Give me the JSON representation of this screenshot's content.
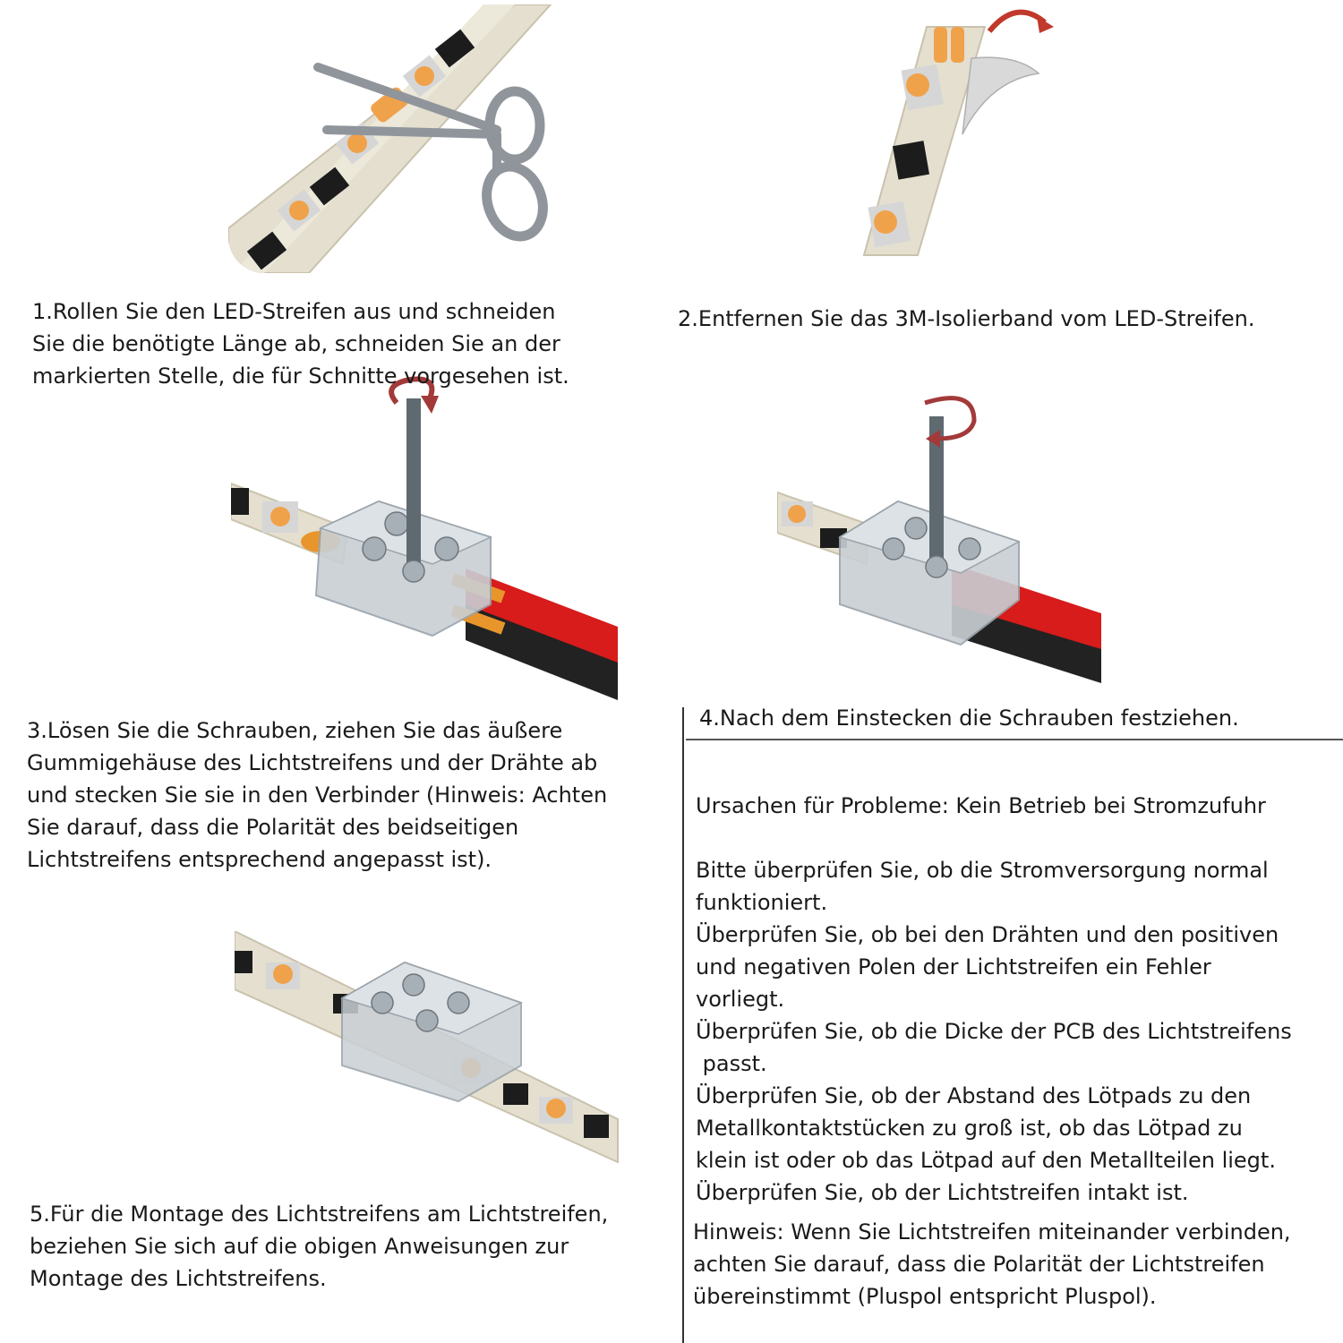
{
  "steps": {
    "s1": {
      "lines": [
        "1.Rollen Sie den LED-Streifen aus und schneiden",
        "Sie die benötigte Länge ab, schneiden Sie an der",
        "markierten Stelle, die für Schnitte vorgesehen ist."
      ]
    },
    "s2": {
      "lines": [
        "2.Entfernen Sie das 3M-Isolierband vom LED-Streifen."
      ]
    },
    "s3": {
      "lines": [
        "3.Lösen Sie die Schrauben, ziehen Sie das äußere",
        "Gummigehäuse des Lichtstreifens und der Drähte ab",
        "und stecken Sie sie in den Verbinder (Hinweis: Achten",
        "Sie darauf, dass die Polarität des beidseitigen",
        "Lichtstreifens entsprechend angepasst ist)."
      ]
    },
    "s4": {
      "lines": [
        "4.Nach dem Einstecken die Schrauben festziehen."
      ]
    },
    "s5": {
      "lines": [
        "5.Für die Montage des Lichtstreifens am Lichtstreifen,",
        "beziehen Sie sich auf die obigen Anweisungen zur",
        "Montage des Lichtstreifens."
      ]
    }
  },
  "troubleshooting": {
    "heading": "Ursachen für Probleme: Kein Betrieb bei Stromzufuhr",
    "items": [
      [
        "Bitte überprüfen Sie, ob die Stromversorgung normal",
        "funktioniert."
      ],
      [
        "Überprüfen Sie, ob bei den Drähten und den positiven",
        "und negativen Polen der Lichtstreifen ein Fehler",
        "vorliegt."
      ],
      [
        "Überprüfen Sie, ob die Dicke der PCB des Lichtstreifens",
        " passt."
      ],
      [
        "Überprüfen Sie, ob der Abstand des Lötpads zu den",
        "Metallkontaktstücken zu groß ist, ob das Lötpad zu",
        "klein ist oder ob das Lötpad auf den Metallteilen liegt."
      ],
      [
        "Überprüfen Sie, ob der Lichtstreifen intakt ist."
      ]
    ],
    "note": [
      "Hinweis: Wenn Sie Lichtstreifen miteinander verbinden,",
      "achten Sie darauf, dass die Polarität der Lichtstreifen",
      "übereinstimmt (Pluspol entspricht Pluspol)."
    ]
  },
  "icons": {
    "ill1": "led-strip-scissors-icon",
    "ill2": "led-strip-peel-tape-icon",
    "ill3": "connector-loosen-screw-icon",
    "ill4": "connector-tighten-screw-icon",
    "ill5": "connector-strip-to-strip-icon"
  },
  "colors": {
    "strip": "#e4dfcf",
    "led": "#f0a24a",
    "chip": "#1c1c1c",
    "red_wire": "#d81b1b",
    "black_wire": "#222222",
    "copper": "#e8962b",
    "arrow": "#a33a3a",
    "connector": "#c9cfd4"
  }
}
